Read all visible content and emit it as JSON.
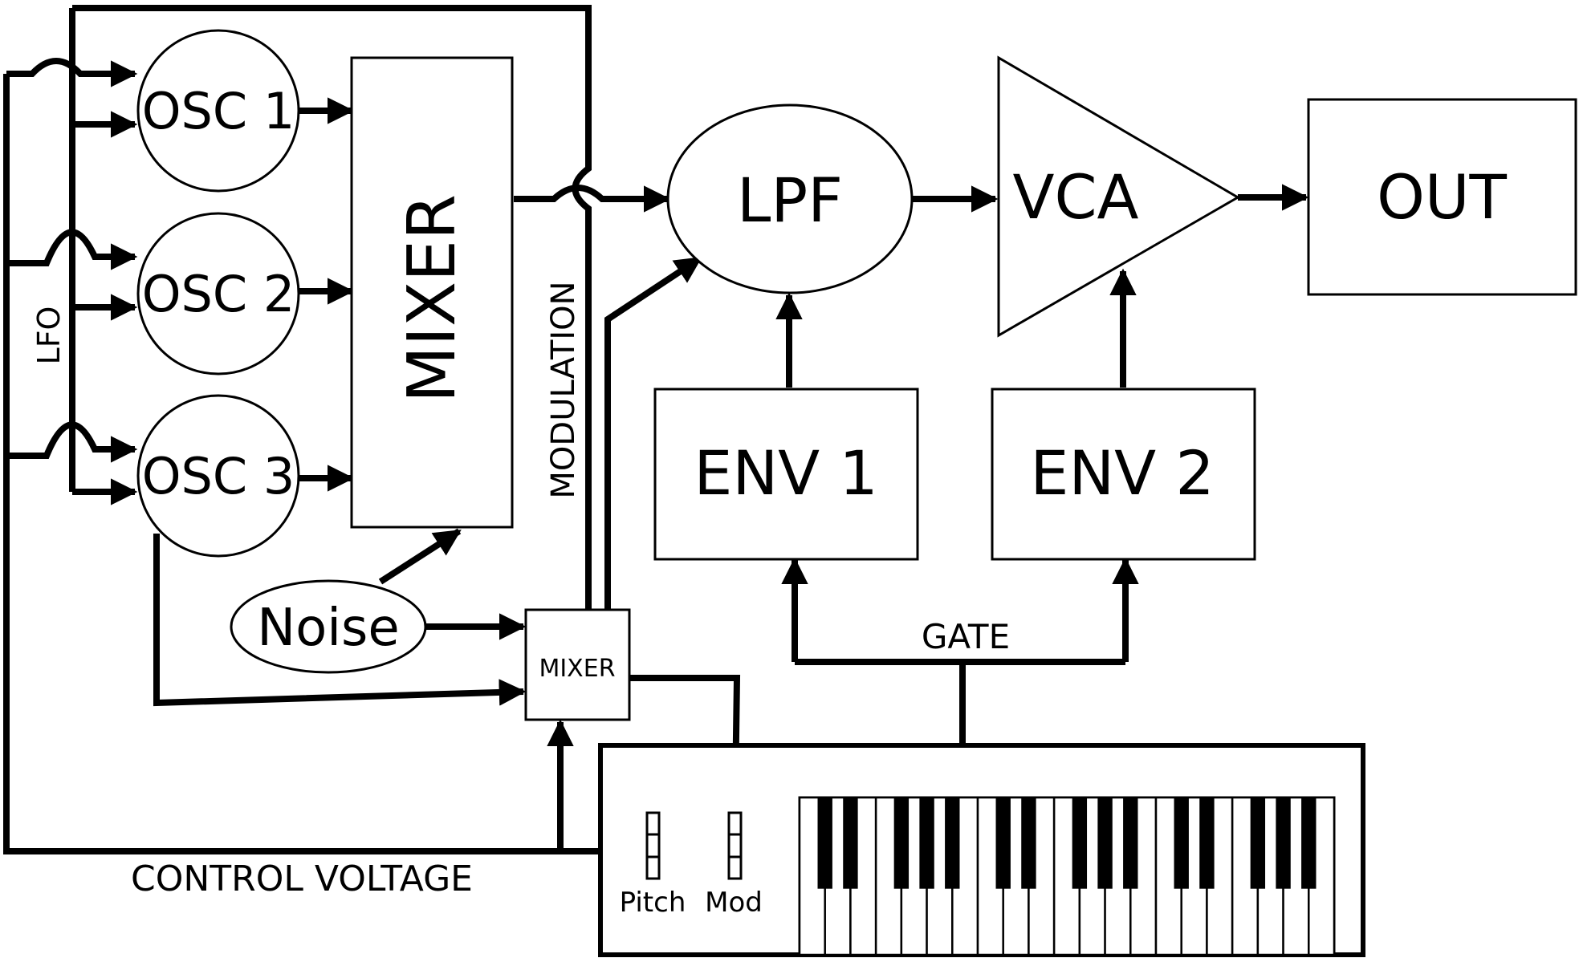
{
  "diagram": {
    "nodes": {
      "osc1": "OSC 1",
      "osc2": "OSC 2",
      "osc3": "OSC 3",
      "mixer_main": "MIXER",
      "noise": "Noise",
      "mixer_small": "MIXER",
      "lpf": "LPF",
      "vca": "VCA",
      "out": "OUT",
      "env1": "ENV 1",
      "env2": "ENV 2"
    },
    "labels": {
      "lfo": "LFO",
      "modulation": "MODULATION",
      "gate": "GATE",
      "control_voltage": "CONTROL VOLTAGE",
      "pitch": "Pitch",
      "mod": "Mod"
    },
    "keyboard": {
      "white_keys": 21
    },
    "colors": {
      "line": "#000000",
      "background": "#ffffff"
    }
  }
}
